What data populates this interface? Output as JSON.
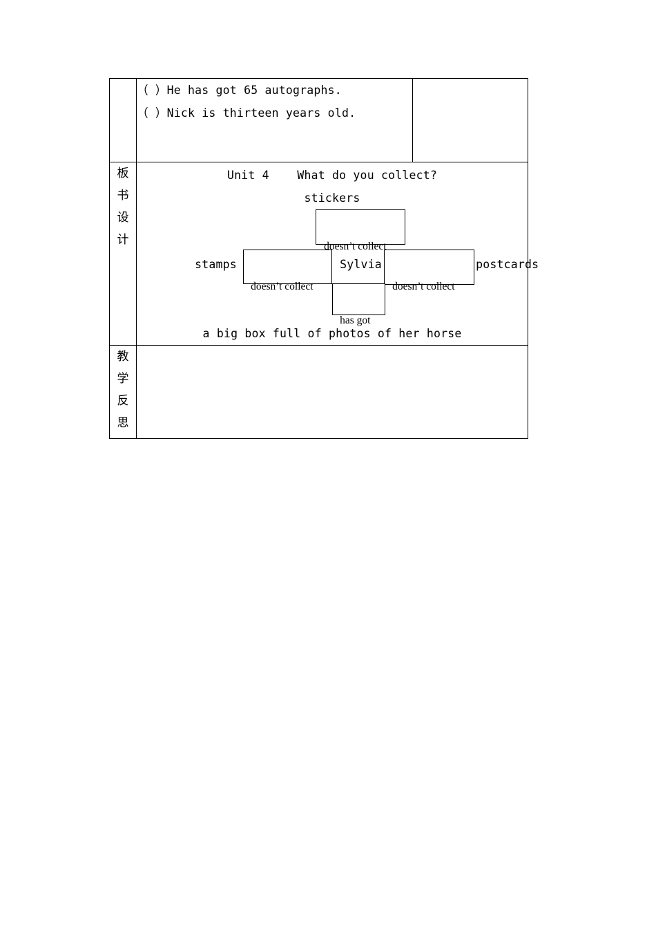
{
  "document": {
    "table": {
      "rows": [
        {
          "label": "",
          "sentences": [
            "（ ）He has got 65 autographs.",
            "（ ）Nick is thirteen years old."
          ]
        },
        {
          "label_chars": [
            "板",
            "书",
            "设",
            "计"
          ],
          "board": {
            "title": "Unit 4    What do you collect?",
            "top_word": "stickers",
            "bottom_word": "a big box full of photos of her horse",
            "center_name": "Sylvia",
            "left_word": "stamps",
            "right_word": "postcards",
            "boxes": {
              "top": "doesn’t collect",
              "left": "doesn’t collect",
              "right": "doesn’t collect",
              "bottom": "has got"
            }
          }
        },
        {
          "label_chars": [
            "教",
            "学",
            "反",
            "思"
          ],
          "content": ""
        }
      ]
    }
  }
}
